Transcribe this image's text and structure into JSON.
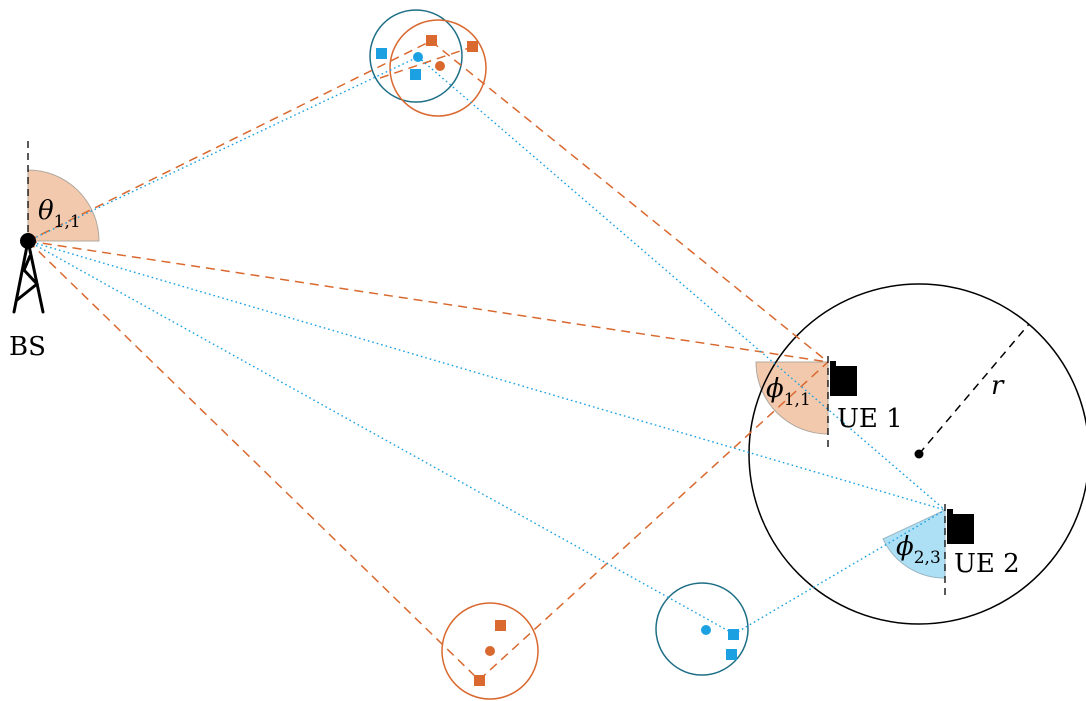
{
  "colors": {
    "orange": "#D9692F",
    "blue": "#1BA1E2",
    "teal": "#1E6E86",
    "orange_fill": "#F3C9AE",
    "blue_fill": "#AEE0F5",
    "black": "#000000"
  },
  "labels": {
    "bs": "BS",
    "ue1": "UE 1",
    "ue2": "UE 2",
    "radius": "r",
    "theta": {
      "symbol": "θ",
      "sub": "1,1"
    },
    "phi11": {
      "symbol": "ϕ",
      "sub": "1,1"
    },
    "phi23": {
      "symbol": "ϕ",
      "sub": "2,3"
    }
  },
  "icons": {
    "base_station": "tower-icon",
    "user_equipment": "device-icon"
  }
}
